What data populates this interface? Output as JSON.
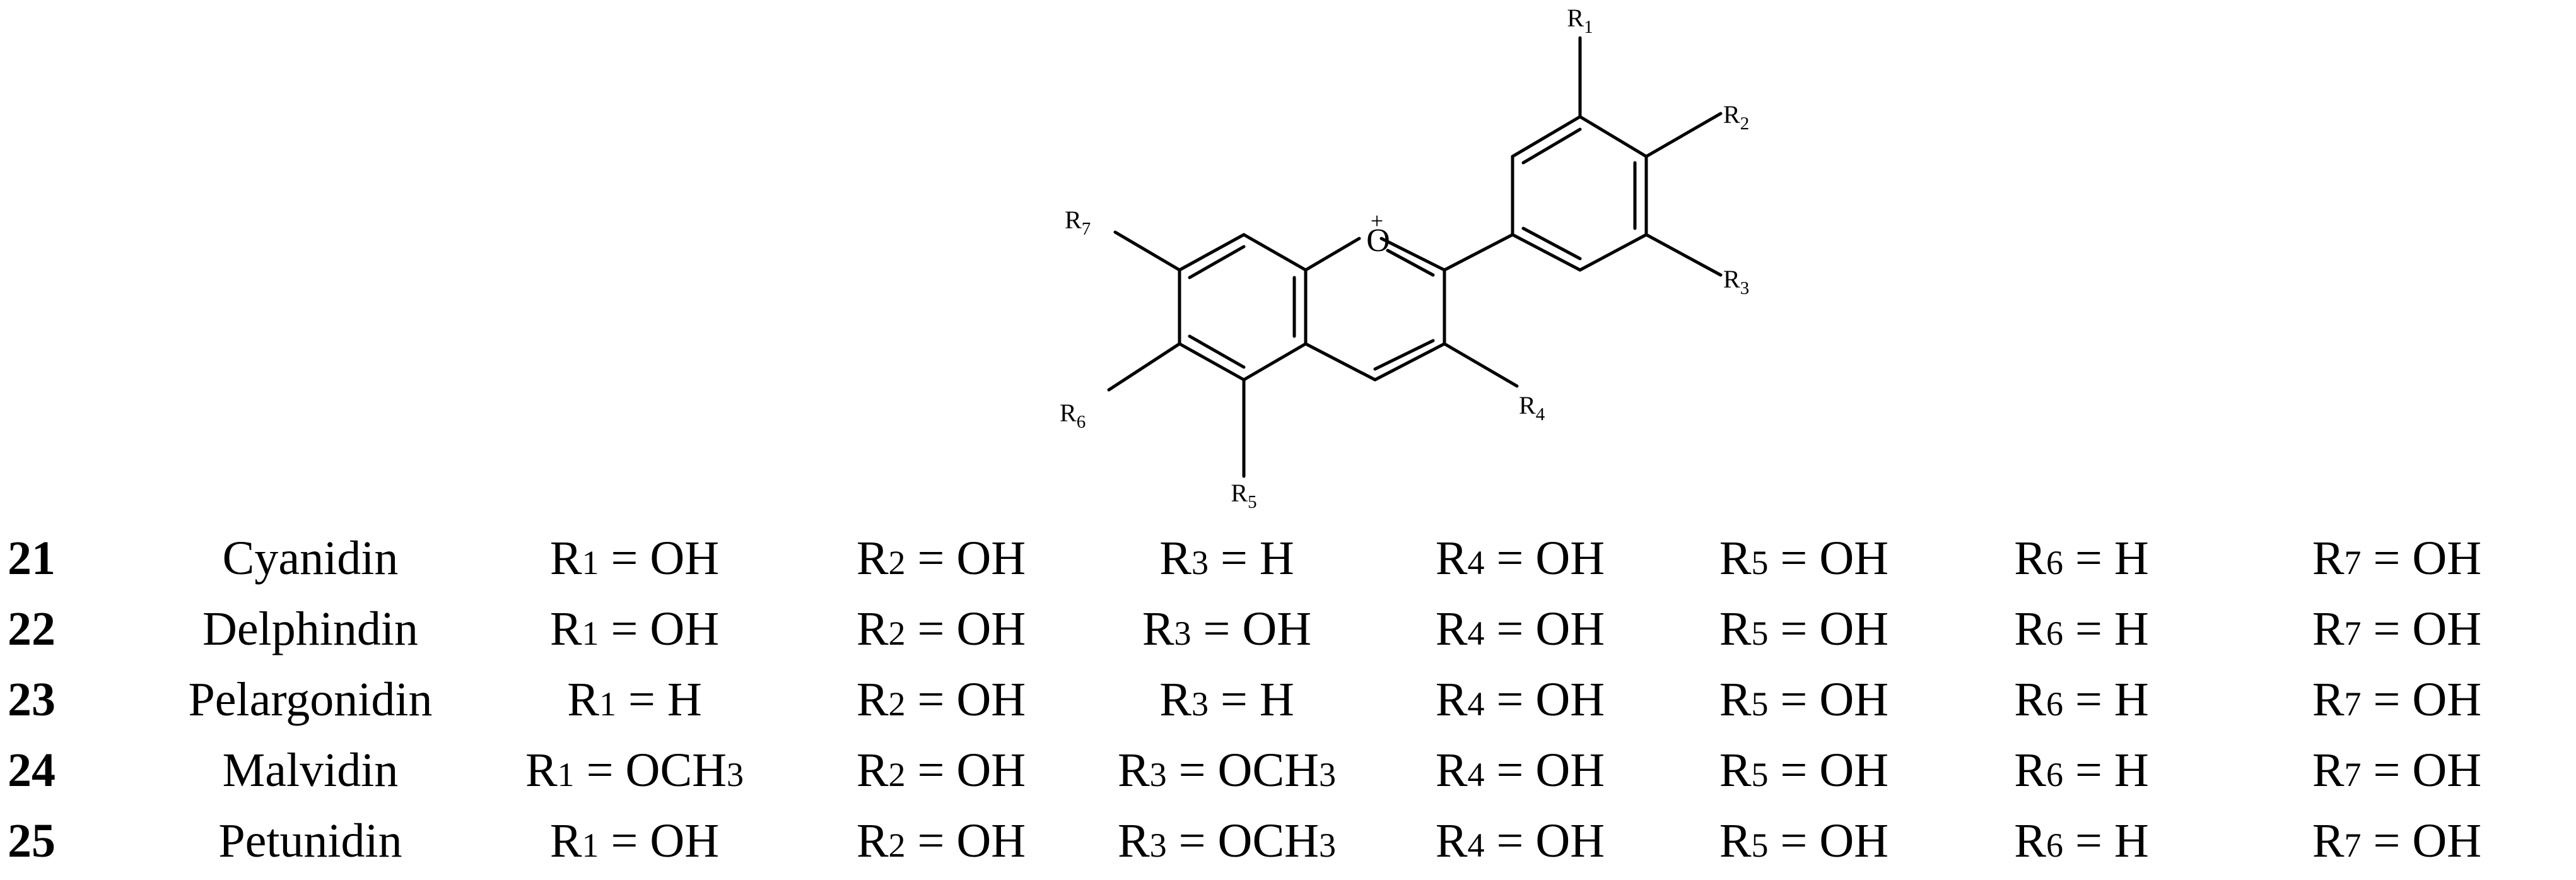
{
  "structure": {
    "ring_oxygen": "O",
    "charge": "+",
    "substituents": [
      {
        "name": "R",
        "sub": "1"
      },
      {
        "name": "R",
        "sub": "2"
      },
      {
        "name": "R",
        "sub": "3"
      },
      {
        "name": "R",
        "sub": "4"
      },
      {
        "name": "R",
        "sub": "5"
      },
      {
        "name": "R",
        "sub": "6"
      },
      {
        "name": "R",
        "sub": "7"
      }
    ]
  },
  "compounds": [
    {
      "number": "21",
      "name": "Cyanidin",
      "r": [
        {
          "label": "R",
          "sub": "1",
          "eq": " = ",
          "value": "OH",
          "value_sub": ""
        },
        {
          "label": "R",
          "sub": "2",
          "eq": " = ",
          "value": "OH",
          "value_sub": ""
        },
        {
          "label": "R",
          "sub": "3",
          "eq": " = ",
          "value": "H",
          "value_sub": ""
        },
        {
          "label": "R",
          "sub": "4",
          "eq": " = ",
          "value": "OH",
          "value_sub": ""
        },
        {
          "label": "R",
          "sub": "5",
          "eq": " = ",
          "value": "OH",
          "value_sub": ""
        },
        {
          "label": "R",
          "sub": "6",
          "eq": " = ",
          "value": "H",
          "value_sub": ""
        },
        {
          "label": "R",
          "sub": "7",
          "eq": " = ",
          "value": "OH",
          "value_sub": ""
        }
      ]
    },
    {
      "number": "22",
      "name": "Delphindin",
      "r": [
        {
          "label": "R",
          "sub": "1",
          "eq": " = ",
          "value": "OH",
          "value_sub": ""
        },
        {
          "label": "R",
          "sub": "2",
          "eq": " = ",
          "value": "OH",
          "value_sub": ""
        },
        {
          "label": "R",
          "sub": "3",
          "eq": " = ",
          "value": "OH",
          "value_sub": ""
        },
        {
          "label": "R",
          "sub": "4",
          "eq": " = ",
          "value": "OH",
          "value_sub": ""
        },
        {
          "label": "R",
          "sub": "5",
          "eq": " = ",
          "value": "OH",
          "value_sub": ""
        },
        {
          "label": "R",
          "sub": "6",
          "eq": " = ",
          "value": "H",
          "value_sub": ""
        },
        {
          "label": "R",
          "sub": "7",
          "eq": " = ",
          "value": "OH",
          "value_sub": ""
        }
      ]
    },
    {
      "number": "23",
      "name": "Pelargonidin",
      "r": [
        {
          "label": "R",
          "sub": "1",
          "eq": " = ",
          "value": "H",
          "value_sub": ""
        },
        {
          "label": "R",
          "sub": "2",
          "eq": " = ",
          "value": "OH",
          "value_sub": ""
        },
        {
          "label": "R",
          "sub": "3",
          "eq": " = ",
          "value": "H",
          "value_sub": ""
        },
        {
          "label": "R",
          "sub": "4",
          "eq": " = ",
          "value": "OH",
          "value_sub": ""
        },
        {
          "label": "R",
          "sub": "5",
          "eq": " = ",
          "value": "OH",
          "value_sub": ""
        },
        {
          "label": "R",
          "sub": "6",
          "eq": " = ",
          "value": "H",
          "value_sub": ""
        },
        {
          "label": "R",
          "sub": "7",
          "eq": " = ",
          "value": "OH",
          "value_sub": ""
        }
      ]
    },
    {
      "number": "24",
      "name": "Malvidin",
      "r": [
        {
          "label": "R",
          "sub": "1",
          "eq": " = ",
          "value": "OCH",
          "value_sub": "3"
        },
        {
          "label": "R",
          "sub": "2",
          "eq": " = ",
          "value": "OH",
          "value_sub": ""
        },
        {
          "label": "R",
          "sub": "3",
          "eq": " = ",
          "value": "OCH",
          "value_sub": "3"
        },
        {
          "label": "R",
          "sub": "4",
          "eq": " = ",
          "value": "OH",
          "value_sub": ""
        },
        {
          "label": "R",
          "sub": "5",
          "eq": " = ",
          "value": "OH",
          "value_sub": ""
        },
        {
          "label": "R",
          "sub": "6",
          "eq": " = ",
          "value": "H",
          "value_sub": ""
        },
        {
          "label": "R",
          "sub": "7",
          "eq": " = ",
          "value": "OH",
          "value_sub": ""
        }
      ]
    },
    {
      "number": "25",
      "name": "Petunidin",
      "r": [
        {
          "label": "R",
          "sub": "1",
          "eq": " = ",
          "value": "OH",
          "value_sub": ""
        },
        {
          "label": "R",
          "sub": "2",
          "eq": " = ",
          "value": "OH",
          "value_sub": ""
        },
        {
          "label": "R",
          "sub": "3",
          "eq": " = ",
          "value": "OCH",
          "value_sub": "3"
        },
        {
          "label": "R",
          "sub": "4",
          "eq": " = ",
          "value": "OH",
          "value_sub": ""
        },
        {
          "label": "R",
          "sub": "5",
          "eq": " = ",
          "value": "OH",
          "value_sub": ""
        },
        {
          "label": "R",
          "sub": "6",
          "eq": " = ",
          "value": "H",
          "value_sub": ""
        },
        {
          "label": "R",
          "sub": "7",
          "eq": " = ",
          "value": "OH",
          "value_sub": ""
        }
      ]
    }
  ]
}
